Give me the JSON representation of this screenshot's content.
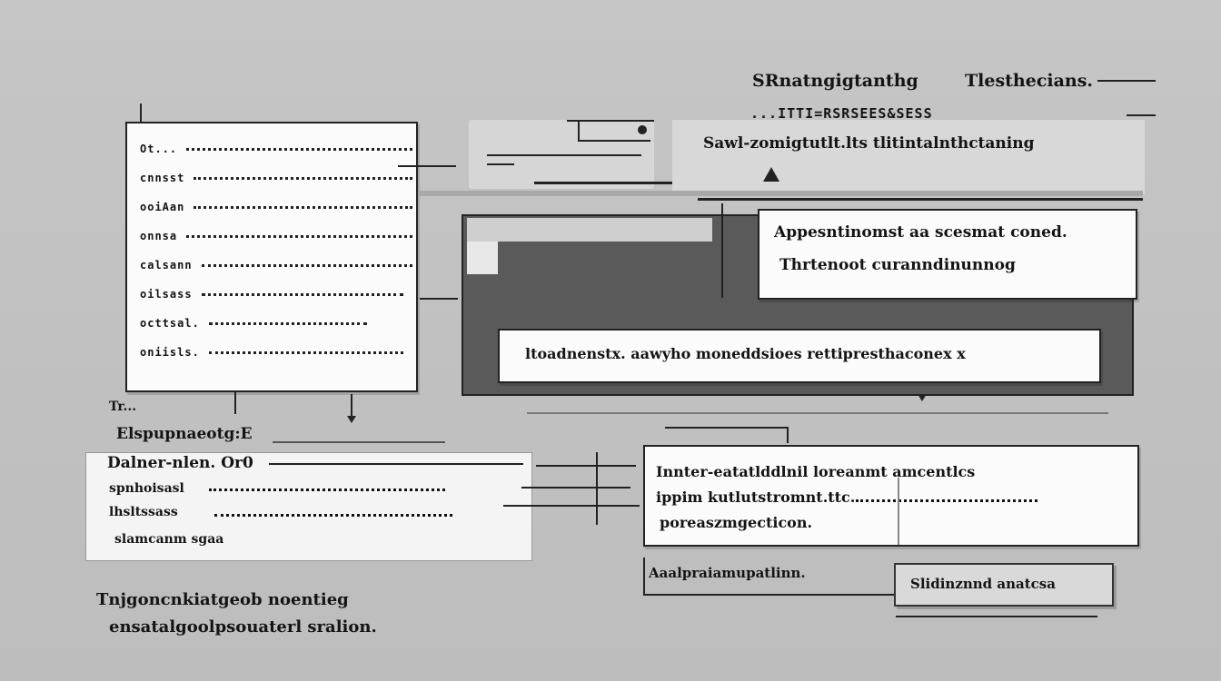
{
  "header": {
    "title_left": "SRnatngigtanthg",
    "title_right": "Tlesthecians.",
    "sub_dashes": "...ITTI=RSRSEES&SESS",
    "secondary_label": "Sawl-zomigtutlt.lts tlitintalnthctaning"
  },
  "list_panel": {
    "rows": [
      {
        "label": "Ot..."
      },
      {
        "label": "cnnsst"
      },
      {
        "label": "ooiAan"
      },
      {
        "label": "onnsa"
      },
      {
        "label": "calsann"
      },
      {
        "label": "oilsass"
      },
      {
        "label": "octtsal."
      },
      {
        "label": "oniisls."
      }
    ]
  },
  "detail_card": {
    "line1": "Appesntinomst aa scesmat coned.",
    "line2": "Thrtenoot curanndinunnog"
  },
  "info_bar": {
    "text": "ltoadnenstx. aawyho moneddsioes rettipresthaconex x"
  },
  "left_form": {
    "label_top": "Tr...",
    "heading": "Elspupnaeotg:E",
    "label2": "Dalner-nlen. Or0",
    "line3": "spnhoisasl",
    "line4": "lhsltssass",
    "line5": "slamcanm sgaa"
  },
  "right_panel": {
    "line1": "Innter-eatatlddlnil loreanmt amcentlcs",
    "line2": "ippim kutlutstromnt.ttc.",
    "line3": "poreaszmgecticon."
  },
  "bottom_row": {
    "label": "Aaalpraiamupatlinn.",
    "button_label": "Slidinznnd anatcsa"
  },
  "caption": {
    "line1": "Tnjgoncnkiatgeob noentieg",
    "line2": "ensatalgoolpsouaterl sralion."
  }
}
